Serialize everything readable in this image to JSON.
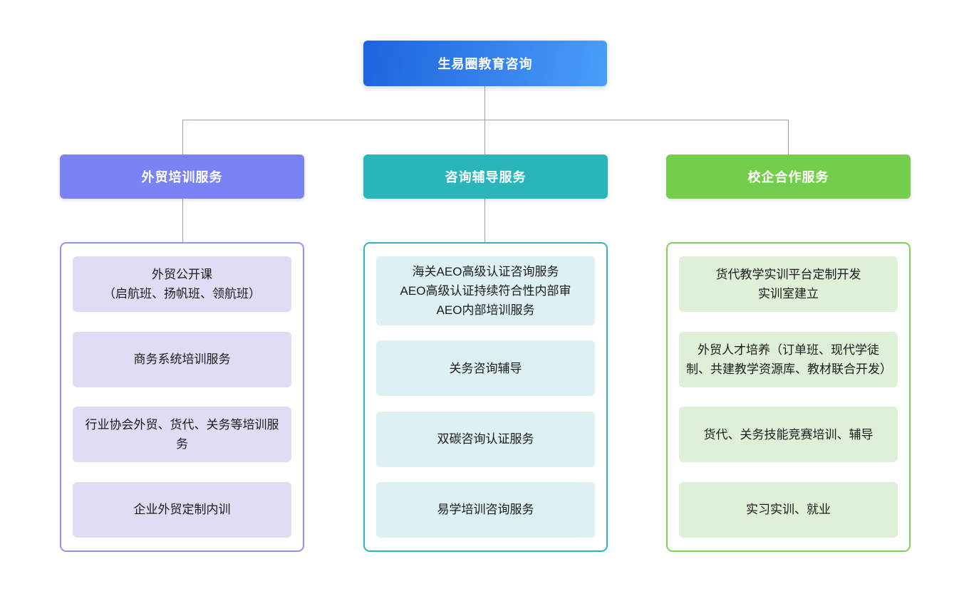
{
  "diagram": {
    "root": {
      "label": "生易圈教育咨询",
      "gradient_from": "#1e63df",
      "gradient_to": "#4a9ef9"
    },
    "branches": [
      {
        "label": "外贸培训服务",
        "header_bg": "#7b82f4",
        "container_border": "#8f94f3",
        "item_bg": "#dfddf4",
        "items": [
          "外贸公开课\n（启航班、扬帆班、领航班）",
          "商务系统培训服务",
          "行业协会外贸、货代、关务等培训服务",
          "企业外贸定制内训"
        ]
      },
      {
        "label": "咨询辅导服务",
        "header_bg": "#2ab5bb",
        "container_border": "#2cb6bc",
        "item_bg": "#ddf0f3",
        "items": [
          "海关AEO高级认证咨询服务\nAEO高级认证持续符合性内部审\nAEO内部培训服务",
          "关务咨询辅导",
          "双碳咨询认证服务",
          "易学培训咨询服务"
        ]
      },
      {
        "label": "校企合作服务",
        "header_bg": "#74cd4b",
        "container_border": "#7dd153",
        "item_bg": "#def0d8",
        "items": [
          "货代教学实训平台定制开发\n实训室建立",
          "外贸人才培养（订单班、现代学徒制、共建教学资源库、教材联合开发）",
          "货代、关务技能竞赛培训、辅导",
          "实习实训、就业"
        ]
      }
    ],
    "connector_color": "#9aa1a8"
  }
}
